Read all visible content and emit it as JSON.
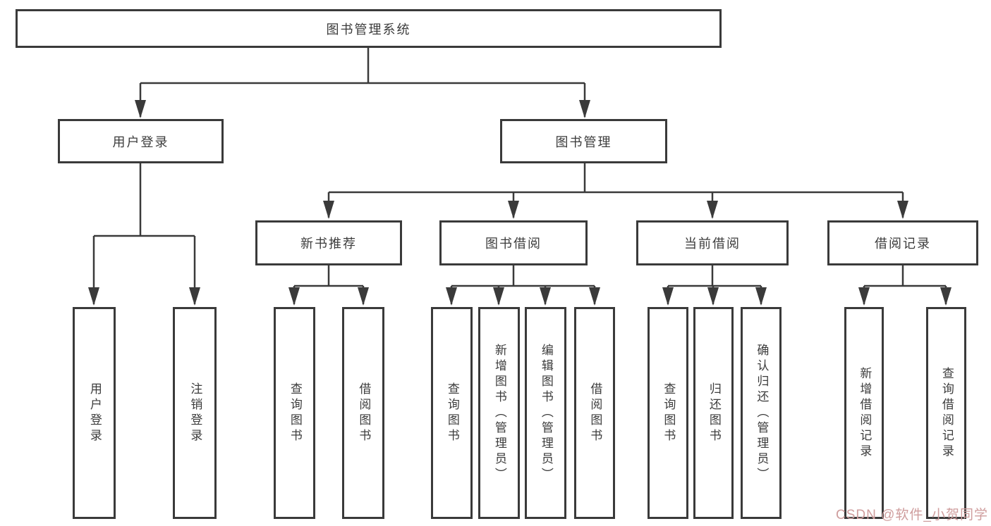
{
  "diagram": {
    "title": "图书管理系统",
    "line_color": "#3a3a3a",
    "root": {
      "label": "图书管理系统"
    },
    "level2": [
      {
        "label": "用户登录"
      },
      {
        "label": "图书管理"
      }
    ],
    "level3": [
      {
        "label": "新书推荐"
      },
      {
        "label": "图书借阅"
      },
      {
        "label": "当前借阅"
      },
      {
        "label": "借阅记录"
      }
    ],
    "leaves": [
      "用户登录",
      "注销登录",
      "查询图书",
      "借阅图书",
      "查询图书",
      "新增图书（管理员）",
      "编辑图书（管理员）",
      "借阅图书",
      "查询图书",
      "归还图书",
      "确认归还（管理员）",
      "新增借阅记录",
      "查询借阅记录"
    ]
  },
  "watermark": {
    "text": "CSDN @软件_小贺同学",
    "color": "#cf9d9d"
  }
}
